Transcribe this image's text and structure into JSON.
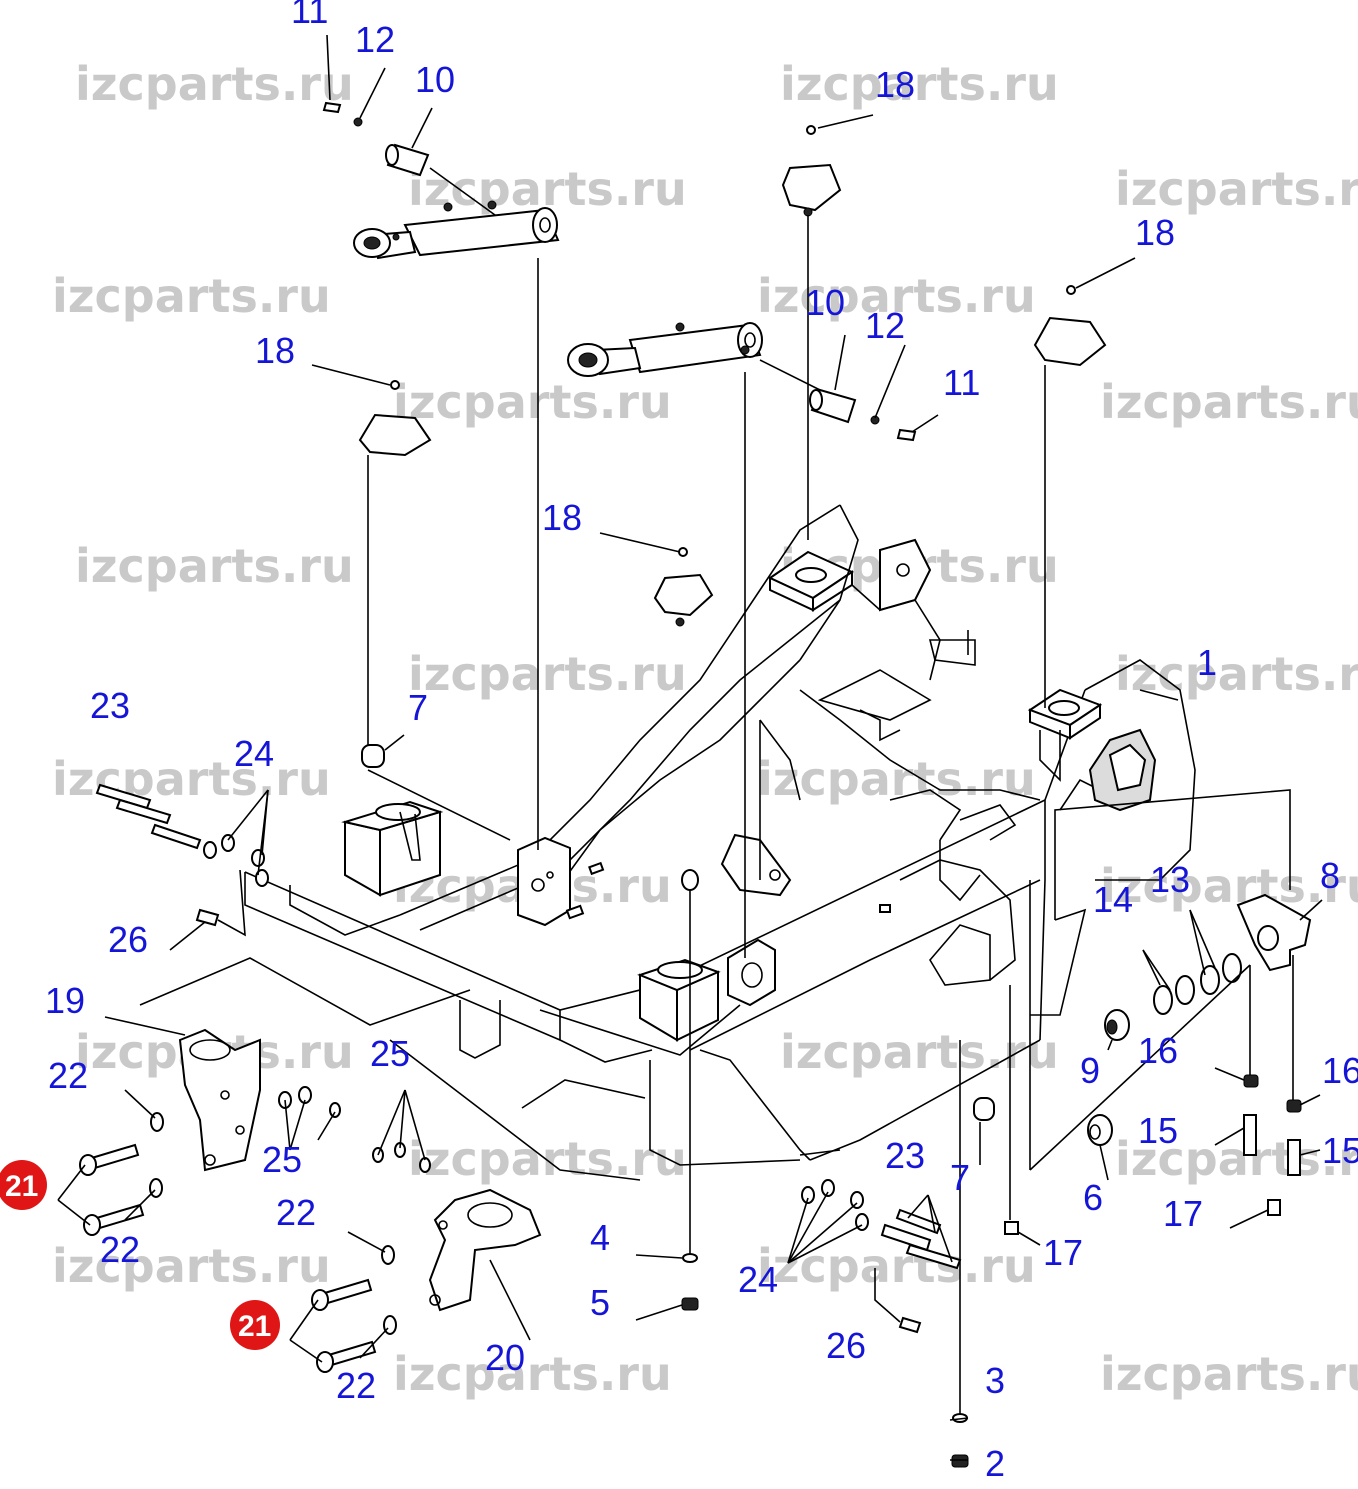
{
  "watermark": "izcparts.ru",
  "colors": {
    "label": "#1515d8",
    "highlight": "#e01515",
    "watermark": "#c9c9c9"
  },
  "labels": {
    "l11a": "11",
    "l12a": "12",
    "l10a": "10",
    "l18a": "18",
    "l18b": "18",
    "l10b": "10",
    "l12b": "12",
    "l11b": "11",
    "l18c": "18",
    "l18d": "18",
    "l1": "1",
    "l23a": "23",
    "l24a": "24",
    "l7a": "7",
    "l26a": "26",
    "l19": "19",
    "l22a": "22",
    "l21a": "21",
    "l22b": "22",
    "l25a": "25",
    "l25b": "25",
    "l22c": "22",
    "l21b": "21",
    "l22d": "22",
    "l20": "20",
    "l4": "4",
    "l5": "5",
    "l24b": "24",
    "l26b": "26",
    "l23b": "23",
    "l7b": "7",
    "l3": "3",
    "l2": "2",
    "l17a": "17",
    "l6": "6",
    "l9": "9",
    "l16a": "16",
    "l14": "14",
    "l13": "13",
    "l8": "8",
    "l15a": "15",
    "l17b": "17",
    "l16b": "16",
    "l15b": "15"
  }
}
